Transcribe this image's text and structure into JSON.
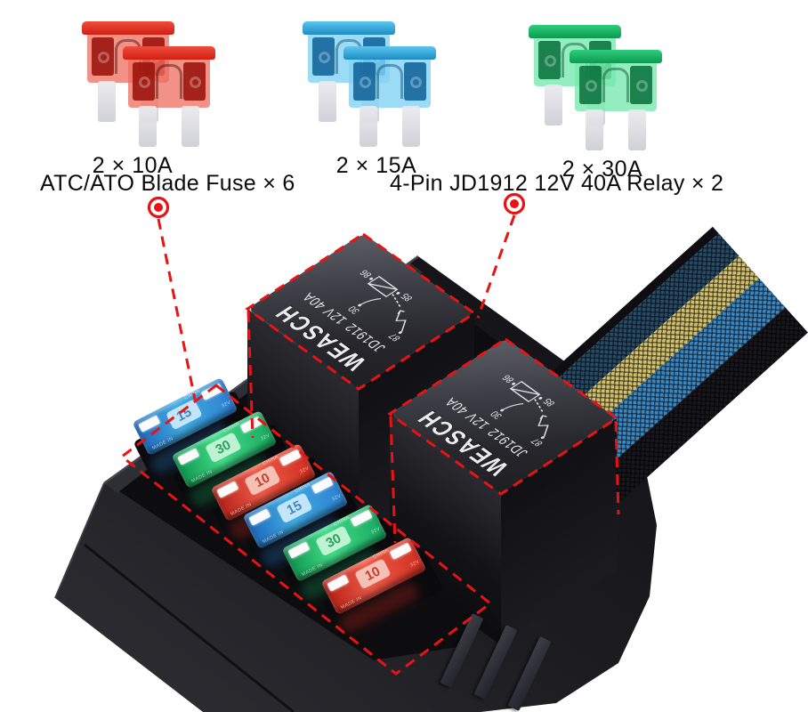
{
  "annotations": {
    "accent_color": "#e81414",
    "fuse_callout": "ATC/ATO Blade Fuse × 6",
    "relay_callout": "4-Pin JD1912 12V 40A Relay × 2"
  },
  "fuse_kits": [
    {
      "label": "2 × 10A",
      "color_name": "red"
    },
    {
      "label": "2 × 15A",
      "color_name": "blue"
    },
    {
      "label": "2 × 30A",
      "color_name": "green"
    }
  ],
  "relay": {
    "brand": "WEASCH",
    "model": "JD1912",
    "spec": "12V 40A",
    "pins": {
      "p87": "87",
      "p30": "30",
      "p86": "86",
      "p85": "85"
    }
  },
  "fuse_box": {
    "rows": [
      {
        "fuses": [
          {
            "amp": "15"
          },
          {
            "amp": "30"
          },
          {
            "amp": "10"
          }
        ]
      },
      {
        "fuses": [
          {
            "amp": "15"
          },
          {
            "amp": "30"
          },
          {
            "amp": "10"
          }
        ]
      }
    ],
    "markings": {
      "made_in": "MADE IN",
      "china": "CHINA",
      "voltage": "32V"
    }
  }
}
